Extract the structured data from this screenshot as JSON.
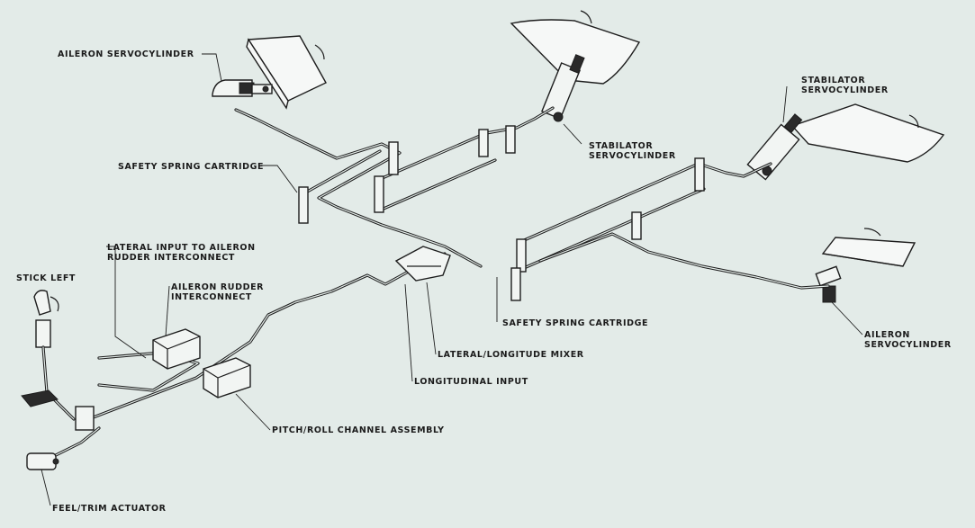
{
  "labels": {
    "aileron_servo_left": "AILERON SERVOCYLINDER",
    "safety_spring_left": "SAFETY SPRING CARTRIDGE",
    "lateral_input_line1": "LATERAL INPUT TO AILERON",
    "lateral_input_line2": "RUDDER INTERCONNECT",
    "stick_left": "STICK LEFT",
    "aileron_rudder_line1": "AILERON RUDDER",
    "aileron_rudder_line2": "INTERCONNECT",
    "stabilator_left_line1": "STABILATOR",
    "stabilator_left_line2": "SERVOCYLINDER",
    "stabilator_right_line1": "STABILATOR",
    "stabilator_right_line2": "SERVOCYLINDER",
    "safety_spring_right": "SAFETY SPRING CARTRIDGE",
    "mixer": "LATERAL/LONGITUDE MIXER",
    "longitudinal_input": "LONGITUDINAL INPUT",
    "pitch_roll": "PITCH/ROLL CHANNEL ASSEMBLY",
    "aileron_servo_right_line1": "AILERON",
    "aileron_servo_right_line2": "SERVOCYLINDER",
    "feel_trim": "FEEL/TRIM ACTUATOR"
  }
}
